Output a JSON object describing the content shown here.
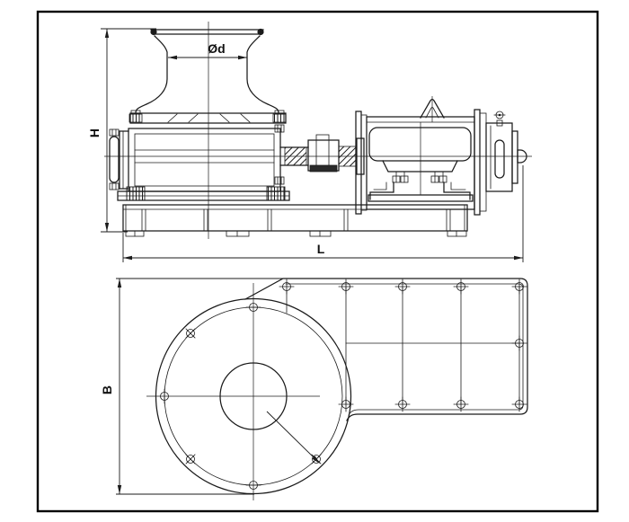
{
  "dimension_labels": {
    "height": "H",
    "drum_diameter": "Ød",
    "overall_length": "L",
    "base_width": "B"
  },
  "colors": {
    "line": "#1b1b1b",
    "background": "#ffffff"
  }
}
